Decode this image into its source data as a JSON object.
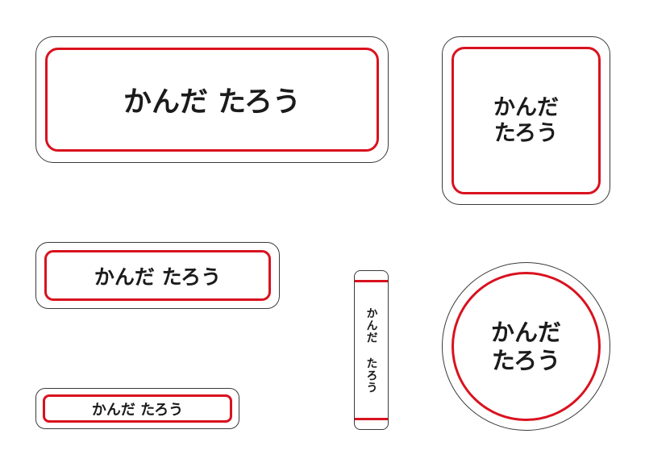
{
  "colors": {
    "outline": "#3a3a3a",
    "accent_red": "#d9121f",
    "text": "#1b1b1b",
    "background": "#ffffff"
  },
  "labels": {
    "large": {
      "text": "かんだ たろう"
    },
    "square": {
      "line1": "かんだ",
      "line2": "たろう"
    },
    "medium": {
      "text": "かんだ たろう"
    },
    "small": {
      "text": "かんだ たろう"
    },
    "vertical": {
      "text": "かんだ たろう"
    },
    "circle": {
      "line1": "かんだ",
      "line2": "たろう"
    }
  }
}
